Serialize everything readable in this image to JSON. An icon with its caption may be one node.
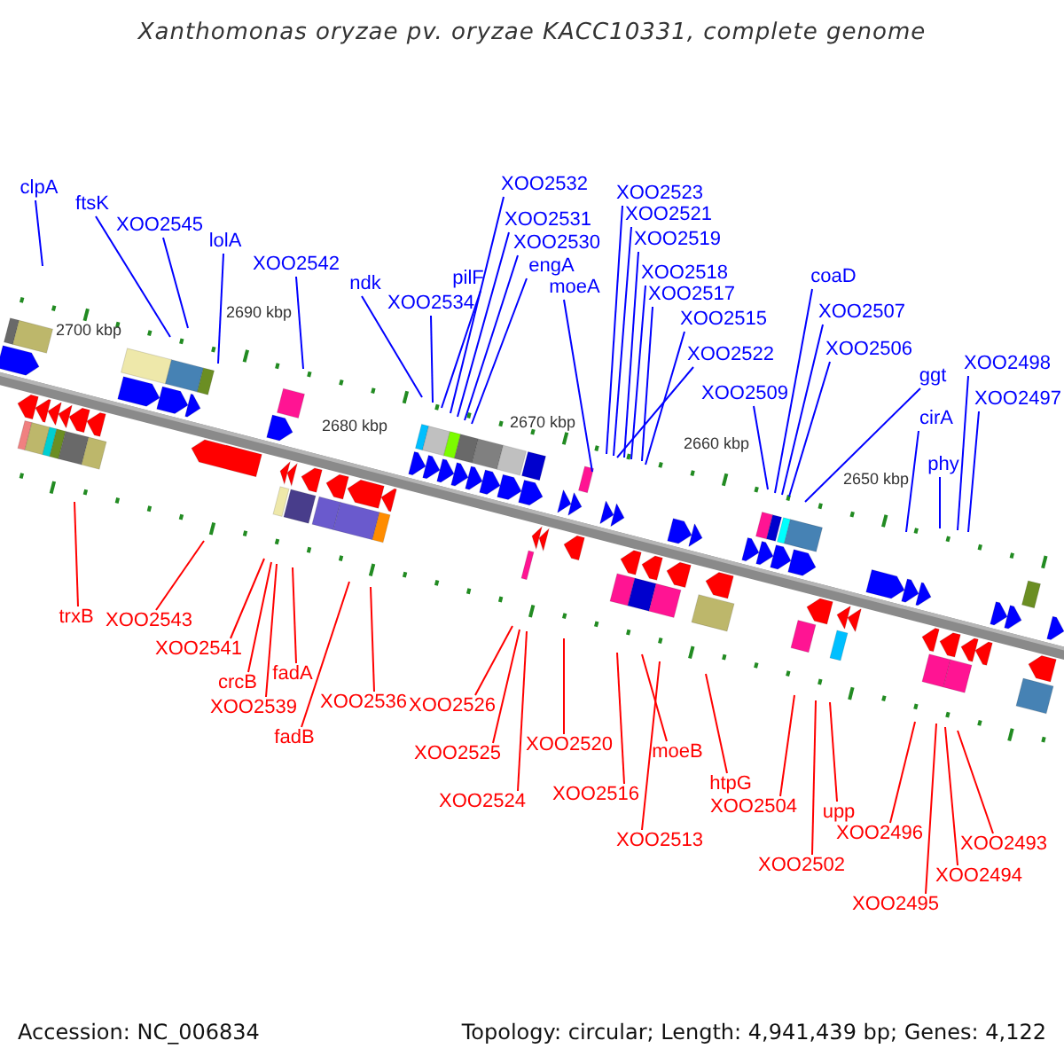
{
  "diagram": {
    "title": "Xanthomonas oryzae pv. oryzae KACC10331, complete genome",
    "nodes": [
      {
        "text": [
          "clpA"
        ]
      },
      {
        "text": [
          "ftsK"
        ]
      },
      {
        "text": [
          "XOO2545"
        ]
      },
      {
        "text": [
          "lolA"
        ]
      },
      {
        "text": [
          "XOO2542"
        ]
      },
      {
        "text": [
          "ndk"
        ]
      },
      {
        "text": [
          "XOO2534"
        ]
      },
      {
        "text": [
          "pilF"
        ]
      },
      {
        "text": [
          "XOO2532"
        ]
      },
      {
        "text": [
          "XOO2531"
        ]
      },
      {
        "text": [
          "XOO2530"
        ]
      },
      {
        "text": [
          "engA"
        ]
      },
      {
        "text": [
          "moeA"
        ]
      },
      {
        "text": [
          "XOO2523"
        ]
      },
      {
        "text": [
          "XOO2521"
        ]
      },
      {
        "text": [
          "XOO2519"
        ]
      },
      {
        "text": [
          "XOO2518"
        ]
      },
      {
        "text": [
          "XOO2517"
        ]
      },
      {
        "text": [
          "XOO2515"
        ]
      },
      {
        "text": [
          "XOO2522"
        ]
      },
      {
        "text": [
          "coaD"
        ]
      },
      {
        "text": [
          "XOO2507"
        ]
      },
      {
        "text": [
          "XOO2506"
        ]
      },
      {
        "text": [
          "ggt"
        ]
      },
      {
        "text": [
          "XOO2509"
        ]
      },
      {
        "text": [
          "cirA"
        ]
      },
      {
        "text": [
          "XOO2498"
        ]
      },
      {
        "text": [
          "XOO2497"
        ]
      },
      {
        "text": [
          "phy"
        ]
      },
      {
        "text": [
          "trxB"
        ]
      },
      {
        "text": [
          "XOO2543"
        ]
      },
      {
        "text": [
          "XOO2541"
        ]
      },
      {
        "text": [
          "crcB"
        ]
      },
      {
        "text": [
          "XOO2539"
        ]
      },
      {
        "text": [
          "fadA"
        ]
      },
      {
        "text": [
          "fadB"
        ]
      },
      {
        "text": [
          "XOO2536"
        ]
      },
      {
        "text": [
          "XOO2526"
        ]
      },
      {
        "text": [
          "XOO2525"
        ]
      },
      {
        "text": [
          "XOO2524"
        ]
      },
      {
        "text": [
          "XOO2520"
        ]
      },
      {
        "text": [
          "moeB"
        ]
      },
      {
        "text": [
          "XOO2516"
        ]
      },
      {
        "text": [
          "XOO2513"
        ]
      },
      {
        "text": [
          "htpG"
        ]
      },
      {
        "text": [
          "XOO2504"
        ]
      },
      {
        "text": [
          "XOO2502"
        ]
      },
      {
        "text": [
          "upp"
        ]
      },
      {
        "text": [
          "XOO2496"
        ]
      },
      {
        "text": [
          "XOO2494"
        ]
      },
      {
        "text": [
          "XOO2495"
        ]
      },
      {
        "text": [
          "XOO2493"
        ]
      }
    ],
    "edges": [
      {
        "from": 0,
        "to": null,
        "arrow": "none"
      },
      {
        "from": 1,
        "to": null,
        "arrow": "none"
      },
      {
        "from": 2,
        "to": null,
        "arrow": "none"
      },
      {
        "from": 3,
        "to": null,
        "arrow": "none"
      },
      {
        "from": 4,
        "to": null,
        "arrow": "none"
      },
      {
        "from": 5,
        "to": null,
        "arrow": "none"
      },
      {
        "from": 6,
        "to": null,
        "arrow": "none"
      },
      {
        "from": 7,
        "to": null,
        "arrow": "none"
      },
      {
        "from": 8,
        "to": null,
        "arrow": "none"
      },
      {
        "from": 9,
        "to": null,
        "arrow": "none"
      },
      {
        "from": 10,
        "to": null,
        "arrow": "none"
      },
      {
        "from": 11,
        "to": null,
        "arrow": "none"
      },
      {
        "from": 12,
        "to": null,
        "arrow": "none"
      },
      {
        "from": 13,
        "to": null,
        "arrow": "none"
      },
      {
        "from": 14,
        "to": null,
        "arrow": "none"
      },
      {
        "from": 15,
        "to": null,
        "arrow": "none"
      },
      {
        "from": 16,
        "to": null,
        "arrow": "none"
      },
      {
        "from": 17,
        "to": null,
        "arrow": "none"
      },
      {
        "from": 18,
        "to": null,
        "arrow": "none"
      },
      {
        "from": 19,
        "to": null,
        "arrow": "none"
      },
      {
        "from": 20,
        "to": null,
        "arrow": "none"
      },
      {
        "from": 21,
        "to": null,
        "arrow": "none"
      },
      {
        "from": 22,
        "to": null,
        "arrow": "none"
      },
      {
        "from": 23,
        "to": null,
        "arrow": "none"
      },
      {
        "from": 24,
        "to": null,
        "arrow": "none"
      },
      {
        "from": 25,
        "to": null,
        "arrow": "none"
      },
      {
        "from": 26,
        "to": null,
        "arrow": "none"
      },
      {
        "from": 27,
        "to": null,
        "arrow": "none"
      },
      {
        "from": 28,
        "to": null,
        "arrow": "none"
      },
      {
        "from": 29,
        "to": null,
        "arrow": "none",
        "color": "#ff0000"
      },
      {
        "from": 30,
        "to": null,
        "arrow": "none",
        "color": "#ff0000"
      },
      {
        "from": 31,
        "to": null,
        "arrow": "none",
        "color": "#ff0000"
      },
      {
        "from": 32,
        "to": null,
        "arrow": "none",
        "color": "#ff0000"
      },
      {
        "from": 33,
        "to": null,
        "arrow": "none",
        "color": "#ff0000"
      },
      {
        "from": 34,
        "to": null,
        "arrow": "none",
        "color": "#ff0000"
      },
      {
        "from": 35,
        "to": null,
        "arrow": "none",
        "color": "#ff0000"
      },
      {
        "from": 36,
        "to": null,
        "arrow": "none",
        "color": "#ff0000"
      },
      {
        "from": 37,
        "to": null,
        "arrow": "none",
        "color": "#ff0000"
      },
      {
        "from": 38,
        "to": null,
        "arrow": "none",
        "color": "#ff0000"
      },
      {
        "from": 39,
        "to": null,
        "arrow": "none",
        "color": "#ff0000"
      },
      {
        "from": 40,
        "to": null,
        "arrow": "none",
        "color": "#ff0000"
      },
      {
        "from": 41,
        "to": null,
        "arrow": "none",
        "color": "#ff0000"
      },
      {
        "from": 42,
        "to": null,
        "arrow": "none",
        "color": "#ff0000"
      },
      {
        "from": 43,
        "to": null,
        "arrow": "none",
        "color": "#ff0000"
      },
      {
        "from": 44,
        "to": null,
        "arrow": "none",
        "color": "#ff0000"
      },
      {
        "from": 45,
        "to": null,
        "arrow": "none",
        "color": "#ff0000"
      },
      {
        "from": 46,
        "to": null,
        "arrow": "none",
        "color": "#ff0000"
      },
      {
        "from": 47,
        "to": null,
        "arrow": "none",
        "color": "#ff0000"
      },
      {
        "from": 48,
        "to": null,
        "arrow": "none",
        "color": "#ff0000"
      },
      {
        "from": 49,
        "to": null,
        "arrow": "none",
        "color": "#ff0000"
      },
      {
        "from": 50,
        "to": null,
        "arrow": "none",
        "color": "#ff0000"
      },
      {
        "from": 51,
        "to": null,
        "arrow": "none",
        "color": "#ff0000"
      }
    ],
    "labels": [
      "2700 kbp",
      "2690 kbp",
      "2680 kbp",
      "2670 kbp",
      "2660 kbp",
      "2650 kbp",
      "Accession: NC_006834",
      "Topology: circular; Length: 4,941,439 bp; Genes: 4,122"
    ]
  }
}
